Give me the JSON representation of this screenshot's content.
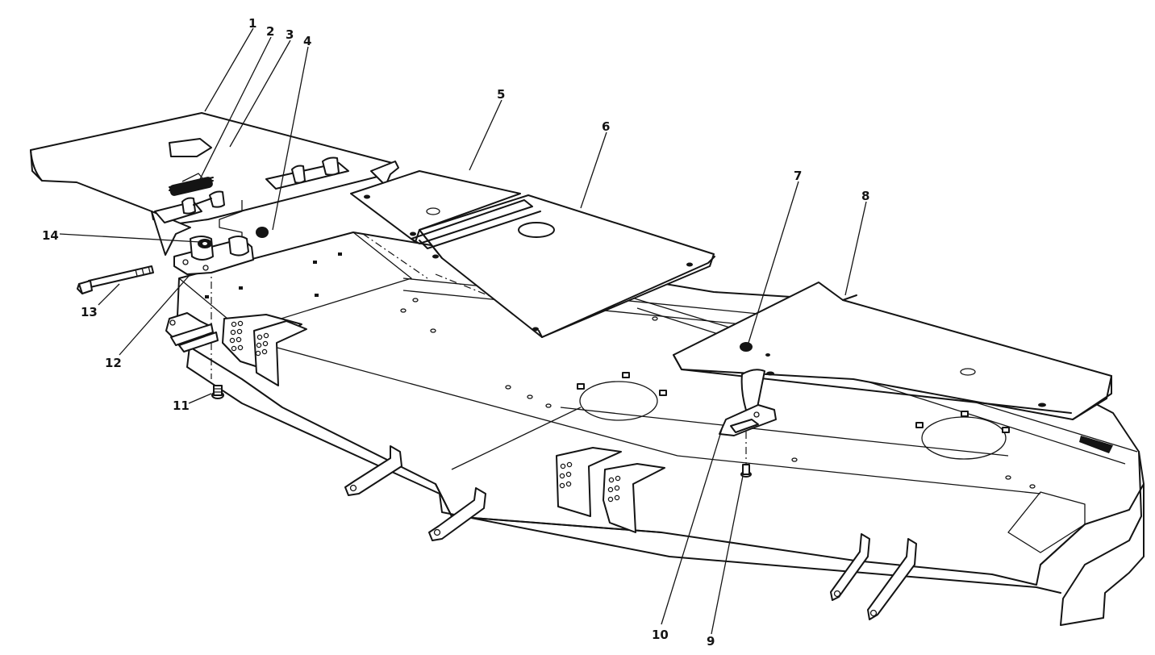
{
  "colors": {
    "ink": "#141414",
    "paper": "#ffffff"
  },
  "callouts": {
    "c1": "1",
    "c2": "2",
    "c3": "3",
    "c4": "4",
    "c5": "5",
    "c6": "6",
    "c7": "7",
    "c8": "8",
    "c9": "9",
    "c10": "10",
    "c11": "11",
    "c12": "12",
    "c13": "13",
    "c14": "14"
  }
}
